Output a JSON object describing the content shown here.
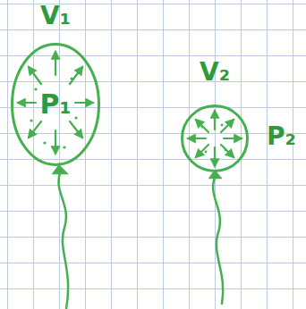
{
  "diagram": {
    "nodes": [
      {
        "text": [
          "V₁",
          "P₁"
        ]
      },
      {
        "text": [
          "V₂",
          "P₂"
        ]
      }
    ],
    "edges": []
  }
}
